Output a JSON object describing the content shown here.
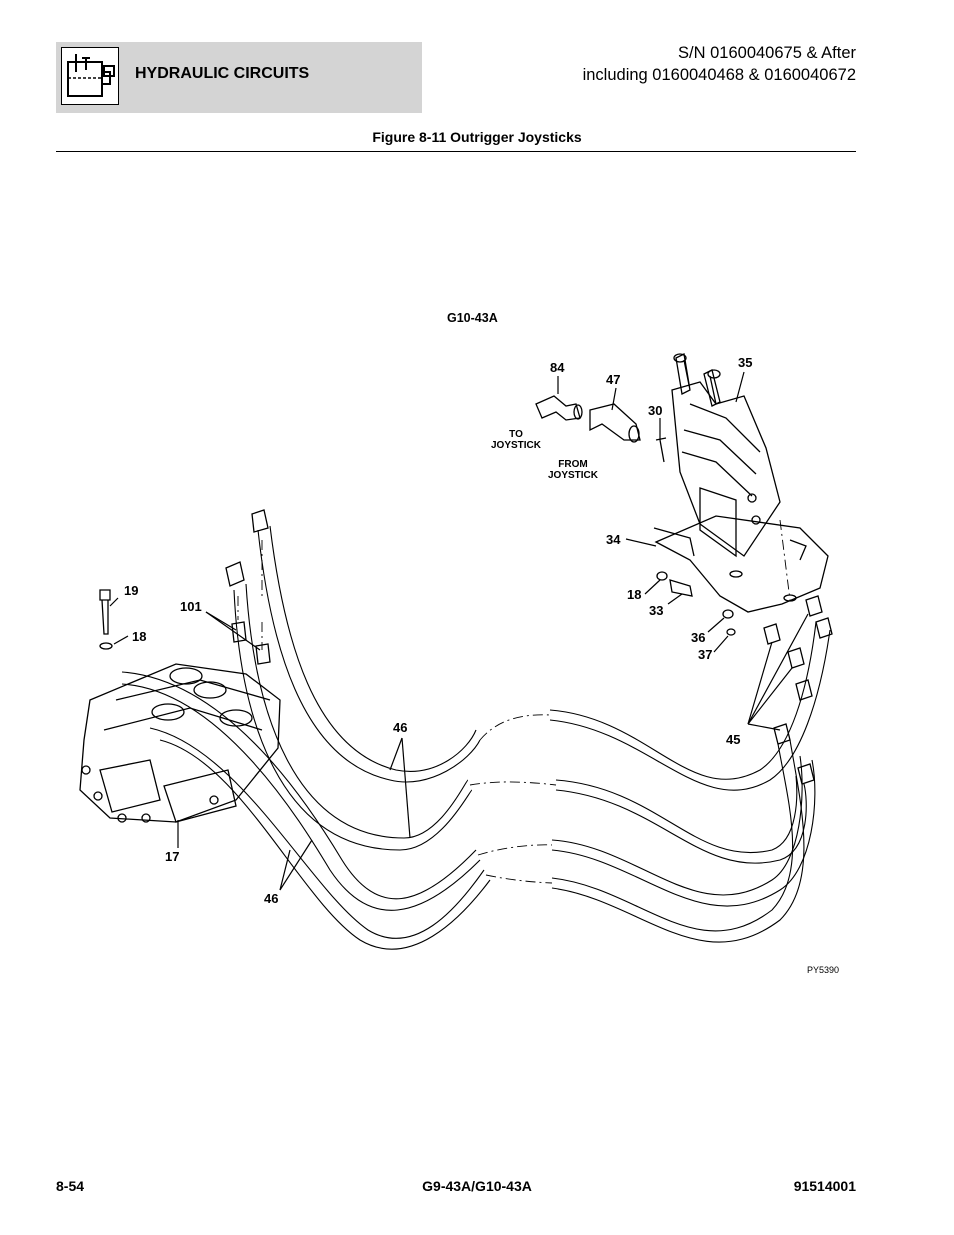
{
  "header": {
    "section_title": "HYDRAULIC CIRCUITS",
    "icon": "hydraulic-reservoir-icon",
    "serial_line1": "S/N 0160040675 & After",
    "serial_line2": "including 0160040468 & 0160040672"
  },
  "figure": {
    "title": "Figure 8-11 Outrigger Joysticks",
    "model_label": "G10-43A",
    "figure_id": "PY5390",
    "callouts": {
      "c84": "84",
      "c47": "47",
      "c35": "35",
      "c30": "30",
      "c34": "34",
      "c18a": "18",
      "c33": "33",
      "c36": "36",
      "c37": "37",
      "c45": "45",
      "c19": "19",
      "c18b": "18",
      "c101": "101",
      "c46a": "46",
      "c17": "17",
      "c46b": "46"
    },
    "notes": {
      "to_line1": "TO",
      "to_line2": "JOYSTICK",
      "from_line1": "FROM",
      "from_line2": "JOYSTICK"
    }
  },
  "footer": {
    "page_number": "8-54",
    "model": "G9-43A/G10-43A",
    "part_number": "91514001"
  }
}
